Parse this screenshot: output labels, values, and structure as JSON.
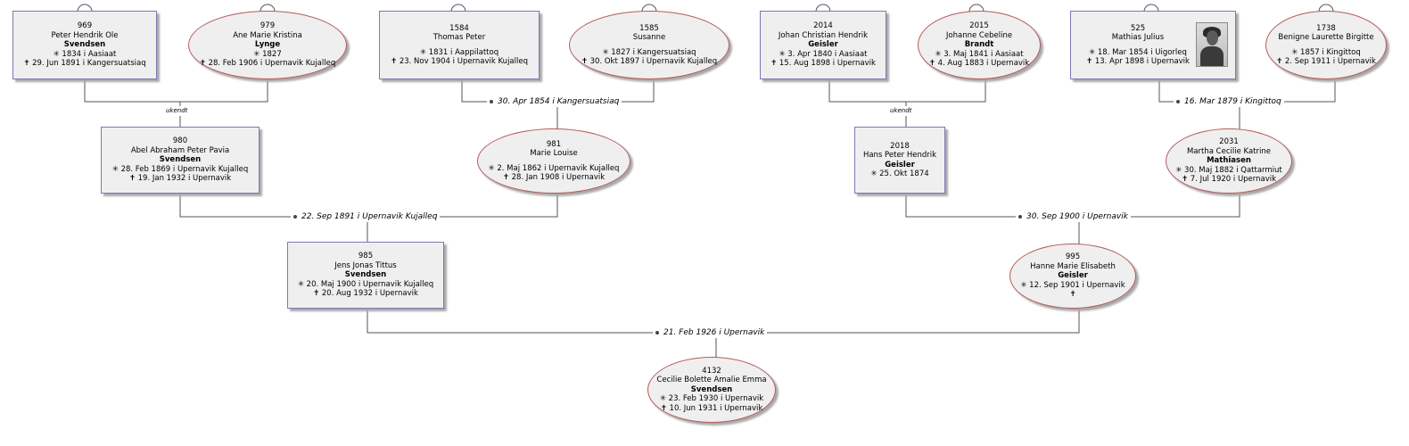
{
  "people": {
    "p969": {
      "id": "969",
      "given": "Peter Hendrik Ole",
      "surname": "Svendsen",
      "birth": "✳ 1834 i  Aasiaat",
      "death": "✝ 29. Jun 1891 i  Kangersuatsiaq"
    },
    "p979": {
      "id": "979",
      "given": "Ane Marie Kristina",
      "surname": "Lynge",
      "birth": "✳ 1827",
      "death": "✝ 28. Feb 1906 i  Upernavik Kujalleq"
    },
    "p1584": {
      "id": "1584",
      "given": "Thomas Peter",
      "birth": "✳ 1831 i  Aappilattoq",
      "death": "✝ 23. Nov 1904 i  Upernavik Kujalleq"
    },
    "p1585": {
      "id": "1585",
      "given": "Susanne",
      "birth": "✳ 1827 i  Kangersuatsiaq",
      "death": "✝ 30. Okt 1897 i  Upernavik Kujalleq"
    },
    "p2014": {
      "id": "2014",
      "given": "Johan Christian Hendrik",
      "surname": "Geisler",
      "birth": "✳ 3. Apr 1840 i  Aasiaat",
      "death": "✝ 15. Aug 1898 i  Upernavik"
    },
    "p2015": {
      "id": "2015",
      "given": "Johanne Cebeline",
      "surname": "Brandt",
      "birth": "✳ 3. Maj 1841 i  Aasiaat",
      "death": "✝ 4. Aug 1883 i  Upernavik"
    },
    "p525": {
      "id": "525",
      "given": "Mathias Julius",
      "birth": "✳ 18. Mar 1854 i  Uigorleq",
      "death": "✝ 13. Apr 1898 i  Upernavik"
    },
    "p1738": {
      "id": "1738",
      "given": "Benigne Laurette Birgitte",
      "birth": "✳ 1857 i  Kingittoq",
      "death": "✝ 2. Sep 1911 i  Upernavik"
    },
    "p980": {
      "id": "980",
      "given": "Abel Abraham Peter Pavia",
      "surname": "Svendsen",
      "birth": "✳ 28. Feb 1869 i  Upernavik Kujalleq",
      "death": "✝ 19. Jan 1932 i  Upernavik"
    },
    "p981": {
      "id": "981",
      "given": "Marie Louise",
      "birth": "✳ 2. Maj 1862 i  Upernavik Kujalleq",
      "death": "✝ 28. Jan 1908 i  Upernavik"
    },
    "p2018": {
      "id": "2018",
      "given": "Hans Peter Hendrik",
      "surname": "Geisler",
      "birth": "✳ 25. Okt 1874"
    },
    "p2031": {
      "id": "2031",
      "given": "Martha Cecilie Katrine",
      "surname": "Mathiasen",
      "birth": "✳ 30. Maj 1882 i  Qattarmiut",
      "death": "✝ 7. Jul 1920 i  Upernavik"
    },
    "p985": {
      "id": "985",
      "given": "Jens Jonas Tittus",
      "surname": "Svendsen",
      "birth": "✳ 20. Maj 1900 i  Upernavik Kujalleq",
      "death": "✝ 20. Aug 1932 i  Upernavik"
    },
    "p995": {
      "id": "995",
      "given": "Hanne Marie Elisabeth",
      "surname": "Geisler",
      "birth": "✳ 12. Sep 1901 i  Upernavik",
      "death": "✝"
    },
    "p4132": {
      "id": "4132",
      "given": "Cecilie Bolette Amalie Emma",
      "surname": "Svendsen",
      "birth": "✳ 23. Feb 1930 i  Upernavik",
      "death": "✝ 10. Jun 1931 i  Upernavik"
    }
  },
  "marriages": {
    "m1": "ukendt",
    "m2": "30. Apr 1854 i  Kangersuatsiaq",
    "m3": "ukendt",
    "m4": "16. Mar 1879 i  Kingittoq",
    "m5": "22. Sep 1891 i  Upernavik Kujalleq",
    "m6": "30. Sep 1900 i  Upernavik",
    "m7": "21. Feb 1926 i  Upernavik"
  },
  "colors": {
    "male_border": "#7a7ab4",
    "female_border": "#b45c5c",
    "node_fill": "#efefef",
    "line": "#555555"
  }
}
